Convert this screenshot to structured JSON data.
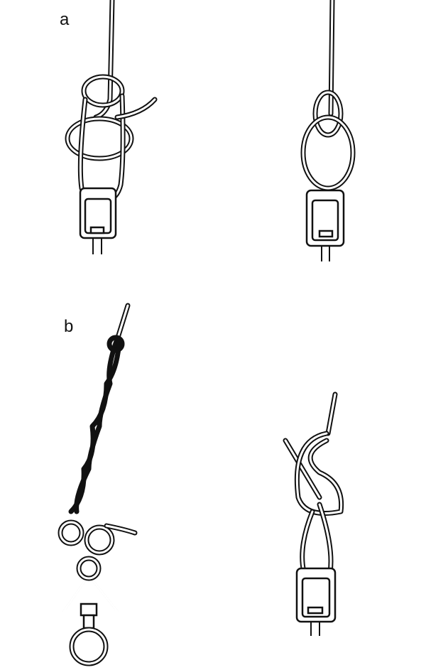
{
  "figure": {
    "panels": [
      {
        "label": "a",
        "description": "Knot tied to swivel eye: initial loose form (left) and tightened form (right)"
      },
      {
        "label": "b",
        "description": "Twisted-line knot to triangular snap swivel with ring (left) and figure-eight style knot to swivel (right)"
      }
    ]
  },
  "colors": {
    "ink": "#111111",
    "paper": "#ffffff"
  }
}
